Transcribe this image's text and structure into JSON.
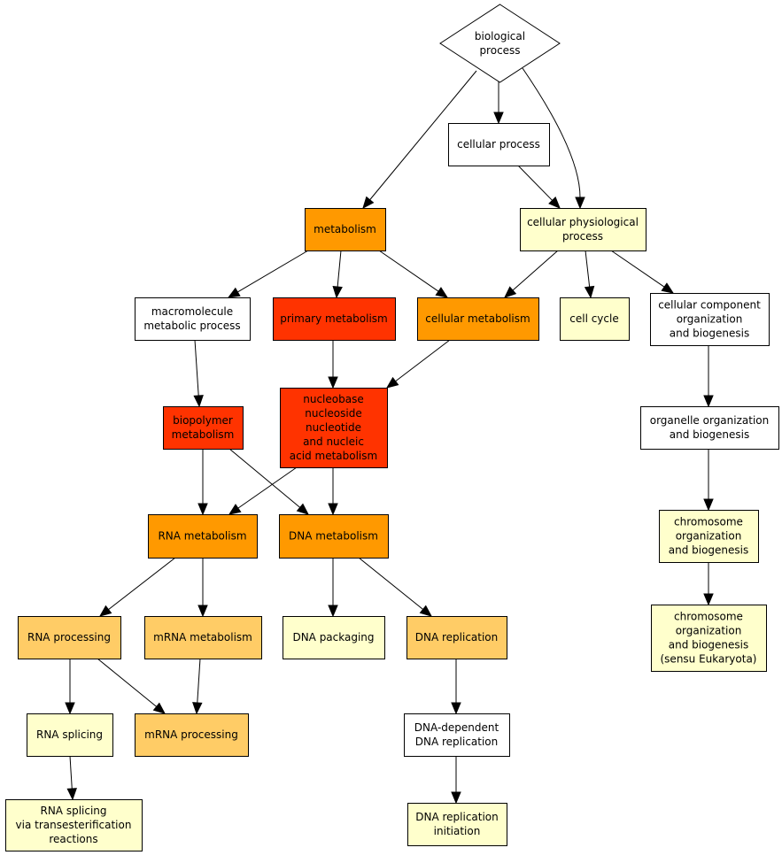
{
  "colors": {
    "white": "#ffffff",
    "pale_yellow": "#ffffcc",
    "light_orange": "#ffcc66",
    "orange": "#ff9900",
    "red_orange": "#ff3300"
  },
  "nodes": [
    {
      "id": "biological-process",
      "shape": "diamond",
      "fill": "white",
      "lines": [
        "biological",
        "process"
      ]
    },
    {
      "id": "cellular-process",
      "shape": "box",
      "fill": "white",
      "lines": [
        "cellular process"
      ]
    },
    {
      "id": "metabolism",
      "shape": "box",
      "fill": "orange",
      "lines": [
        "metabolism"
      ]
    },
    {
      "id": "cellular-physiological-process",
      "shape": "box",
      "fill": "pale_yellow",
      "lines": [
        "cellular physiological",
        "process"
      ]
    },
    {
      "id": "macromolecule-metabolic-process",
      "shape": "box",
      "fill": "white",
      "lines": [
        "macromolecule",
        "metabolic process"
      ]
    },
    {
      "id": "primary-metabolism",
      "shape": "box",
      "fill": "red_orange",
      "lines": [
        "primary metabolism"
      ]
    },
    {
      "id": "cellular-metabolism",
      "shape": "box",
      "fill": "orange",
      "lines": [
        "cellular metabolism"
      ]
    },
    {
      "id": "cell-cycle",
      "shape": "box",
      "fill": "pale_yellow",
      "lines": [
        "cell cycle"
      ]
    },
    {
      "id": "cellular-component-organization",
      "shape": "box",
      "fill": "white",
      "lines": [
        "cellular component",
        "organization",
        "and biogenesis"
      ]
    },
    {
      "id": "biopolymer-metabolism",
      "shape": "box",
      "fill": "red_orange",
      "lines": [
        "biopolymer",
        "metabolism"
      ]
    },
    {
      "id": "nucleic-acid-metabolism",
      "shape": "box",
      "fill": "red_orange",
      "lines": [
        "nucleobase",
        "nucleoside",
        "nucleotide",
        "and nucleic",
        "acid metabolism"
      ]
    },
    {
      "id": "organelle-organization",
      "shape": "box",
      "fill": "white",
      "lines": [
        "organelle organization",
        "and biogenesis"
      ]
    },
    {
      "id": "rna-metabolism",
      "shape": "box",
      "fill": "orange",
      "lines": [
        "RNA metabolism"
      ]
    },
    {
      "id": "dna-metabolism",
      "shape": "box",
      "fill": "orange",
      "lines": [
        "DNA metabolism"
      ]
    },
    {
      "id": "chromosome-organization",
      "shape": "box",
      "fill": "pale_yellow",
      "lines": [
        "chromosome",
        "organization",
        "and biogenesis"
      ]
    },
    {
      "id": "chromosome-organization-eukaryota",
      "shape": "box",
      "fill": "pale_yellow",
      "lines": [
        "chromosome",
        "organization",
        "and biogenesis",
        "(sensu Eukaryota)"
      ]
    },
    {
      "id": "rna-processing",
      "shape": "box",
      "fill": "light_orange",
      "lines": [
        "RNA processing"
      ]
    },
    {
      "id": "mrna-metabolism",
      "shape": "box",
      "fill": "light_orange",
      "lines": [
        "mRNA metabolism"
      ]
    },
    {
      "id": "dna-packaging",
      "shape": "box",
      "fill": "pale_yellow",
      "lines": [
        "DNA packaging"
      ]
    },
    {
      "id": "dna-replication",
      "shape": "box",
      "fill": "light_orange",
      "lines": [
        "DNA replication"
      ]
    },
    {
      "id": "rna-splicing",
      "shape": "box",
      "fill": "pale_yellow",
      "lines": [
        "RNA splicing"
      ]
    },
    {
      "id": "mrna-processing",
      "shape": "box",
      "fill": "light_orange",
      "lines": [
        "mRNA processing"
      ]
    },
    {
      "id": "dna-dependent-dna-replication",
      "shape": "box",
      "fill": "white",
      "lines": [
        "DNA-dependent",
        "DNA replication"
      ]
    },
    {
      "id": "rna-splicing-transesterification",
      "shape": "box",
      "fill": "pale_yellow",
      "lines": [
        "RNA splicing",
        "via transesterification",
        "reactions"
      ]
    },
    {
      "id": "dna-replication-initiation",
      "shape": "box",
      "fill": "pale_yellow",
      "lines": [
        "DNA replication",
        "initiation"
      ]
    }
  ],
  "edges": [
    {
      "from": "biological-process",
      "to": "metabolism"
    },
    {
      "from": "biological-process",
      "to": "cellular-process"
    },
    {
      "from": "biological-process",
      "to": "cellular-physiological-process"
    },
    {
      "from": "cellular-process",
      "to": "cellular-physiological-process"
    },
    {
      "from": "metabolism",
      "to": "macromolecule-metabolic-process"
    },
    {
      "from": "metabolism",
      "to": "primary-metabolism"
    },
    {
      "from": "metabolism",
      "to": "cellular-metabolism"
    },
    {
      "from": "cellular-physiological-process",
      "to": "cellular-metabolism"
    },
    {
      "from": "cellular-physiological-process",
      "to": "cell-cycle"
    },
    {
      "from": "cellular-physiological-process",
      "to": "cellular-component-organization"
    },
    {
      "from": "macromolecule-metabolic-process",
      "to": "biopolymer-metabolism"
    },
    {
      "from": "primary-metabolism",
      "to": "nucleic-acid-metabolism"
    },
    {
      "from": "cellular-metabolism",
      "to": "nucleic-acid-metabolism"
    },
    {
      "from": "cellular-component-organization",
      "to": "organelle-organization"
    },
    {
      "from": "biopolymer-metabolism",
      "to": "rna-metabolism"
    },
    {
      "from": "biopolymer-metabolism",
      "to": "dna-metabolism"
    },
    {
      "from": "nucleic-acid-metabolism",
      "to": "rna-metabolism"
    },
    {
      "from": "nucleic-acid-metabolism",
      "to": "dna-metabolism"
    },
    {
      "from": "organelle-organization",
      "to": "chromosome-organization"
    },
    {
      "from": "chromosome-organization",
      "to": "chromosome-organization-eukaryota"
    },
    {
      "from": "rna-metabolism",
      "to": "rna-processing"
    },
    {
      "from": "rna-metabolism",
      "to": "mrna-metabolism"
    },
    {
      "from": "dna-metabolism",
      "to": "dna-packaging"
    },
    {
      "from": "dna-metabolism",
      "to": "dna-replication"
    },
    {
      "from": "rna-processing",
      "to": "rna-splicing"
    },
    {
      "from": "rna-processing",
      "to": "mrna-processing"
    },
    {
      "from": "mrna-metabolism",
      "to": "mrna-processing"
    },
    {
      "from": "dna-replication",
      "to": "dna-dependent-dna-replication"
    },
    {
      "from": "rna-splicing",
      "to": "rna-splicing-transesterification"
    },
    {
      "from": "dna-dependent-dna-replication",
      "to": "dna-replication-initiation"
    }
  ]
}
